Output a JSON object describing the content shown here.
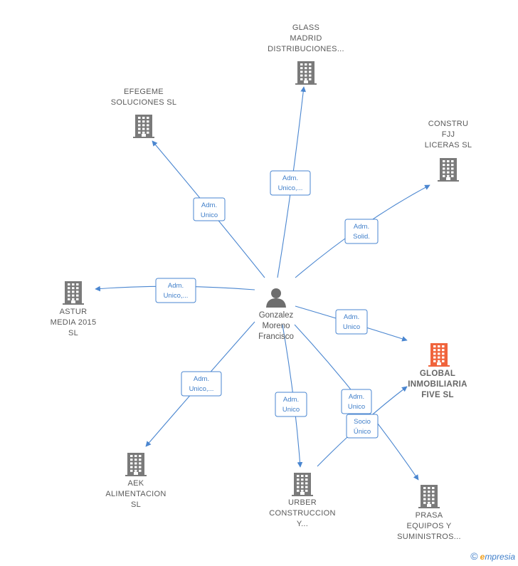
{
  "center": {
    "name_lines": [
      "Gonzalez",
      "Moreno",
      "Francisco"
    ],
    "icon": "person-icon"
  },
  "companies": [
    {
      "id": "glass",
      "lines": [
        "GLASS",
        "MADRID",
        "DISTRIBUCIONES..."
      ],
      "highlight": false
    },
    {
      "id": "efegeme",
      "lines": [
        "EFEGEME",
        "SOLUCIONES SL"
      ],
      "highlight": false
    },
    {
      "id": "constru",
      "lines": [
        "CONSTRU",
        "FJJ",
        "LICERAS SL"
      ],
      "highlight": false
    },
    {
      "id": "astur",
      "lines": [
        "ASTUR",
        "MEDIA 2015",
        "SL"
      ],
      "highlight": false
    },
    {
      "id": "global",
      "lines": [
        "GLOBAL",
        "INMOBILIARIA",
        "FIVE  SL"
      ],
      "highlight": true
    },
    {
      "id": "aek",
      "lines": [
        "AEK",
        "ALIMENTACION",
        "SL"
      ],
      "highlight": false
    },
    {
      "id": "urber",
      "lines": [
        "URBER",
        "CONSTRUCCION",
        "Y..."
      ],
      "highlight": false
    },
    {
      "id": "prasa",
      "lines": [
        "PRASA",
        "EQUIPOS Y",
        "SUMINISTROS..."
      ],
      "highlight": false
    }
  ],
  "edges": [
    {
      "from": "center",
      "to": "glass",
      "label": [
        "Adm.",
        "Unico,..."
      ]
    },
    {
      "from": "center",
      "to": "efegeme",
      "label": [
        "Adm.",
        "Unico"
      ]
    },
    {
      "from": "center",
      "to": "constru",
      "label": [
        "Adm.",
        "Solid."
      ]
    },
    {
      "from": "center",
      "to": "astur",
      "label": [
        "Adm.",
        "Unico,..."
      ]
    },
    {
      "from": "center",
      "to": "global",
      "label": [
        "Adm.",
        "Unico"
      ]
    },
    {
      "from": "center",
      "to": "aek",
      "label": [
        "Adm.",
        "Unico,..."
      ]
    },
    {
      "from": "center",
      "to": "urber",
      "label": [
        "Adm.",
        "Unico"
      ]
    },
    {
      "from": "center",
      "to": "prasa",
      "label": [
        "Adm.",
        "Unico"
      ]
    },
    {
      "from": "urber",
      "to": "global",
      "label": [
        "Socio",
        "Único"
      ]
    }
  ],
  "colors": {
    "edge": "#4a86d0",
    "building": "#7a7a7a",
    "building_highlight": "#f0643c",
    "person": "#6e6e6e"
  },
  "footer": {
    "copyright": "©",
    "brand_initial": "e",
    "brand_rest": "mpresia"
  }
}
